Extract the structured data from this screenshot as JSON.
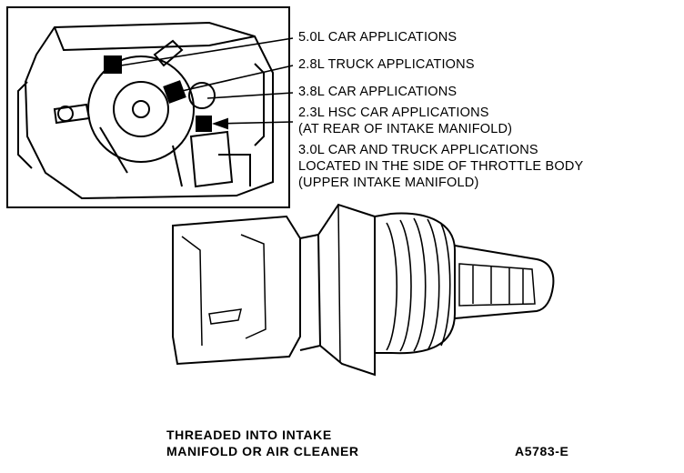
{
  "callouts": [
    {
      "lines": [
        "5.0L CAR APPLICATIONS"
      ]
    },
    {
      "lines": [
        "2.8L TRUCK APPLICATIONS"
      ]
    },
    {
      "lines": [
        "3.8L CAR APPLICATIONS"
      ]
    },
    {
      "lines": [
        "2.3L HSC CAR APPLICATIONS",
        "(AT REAR OF INTAKE MANIFOLD)"
      ]
    },
    {
      "lines": [
        "3.0L CAR AND TRUCK APPLICATIONS",
        "LOCATED IN THE SIDE OF THROTTLE BODY",
        "(UPPER INTAKE MANIFOLD)"
      ]
    }
  ],
  "caption": {
    "line1": "THREADED INTO INTAKE",
    "line2": "MANIFOLD OR AIR CLEANER"
  },
  "figure_id": "A5783-E"
}
